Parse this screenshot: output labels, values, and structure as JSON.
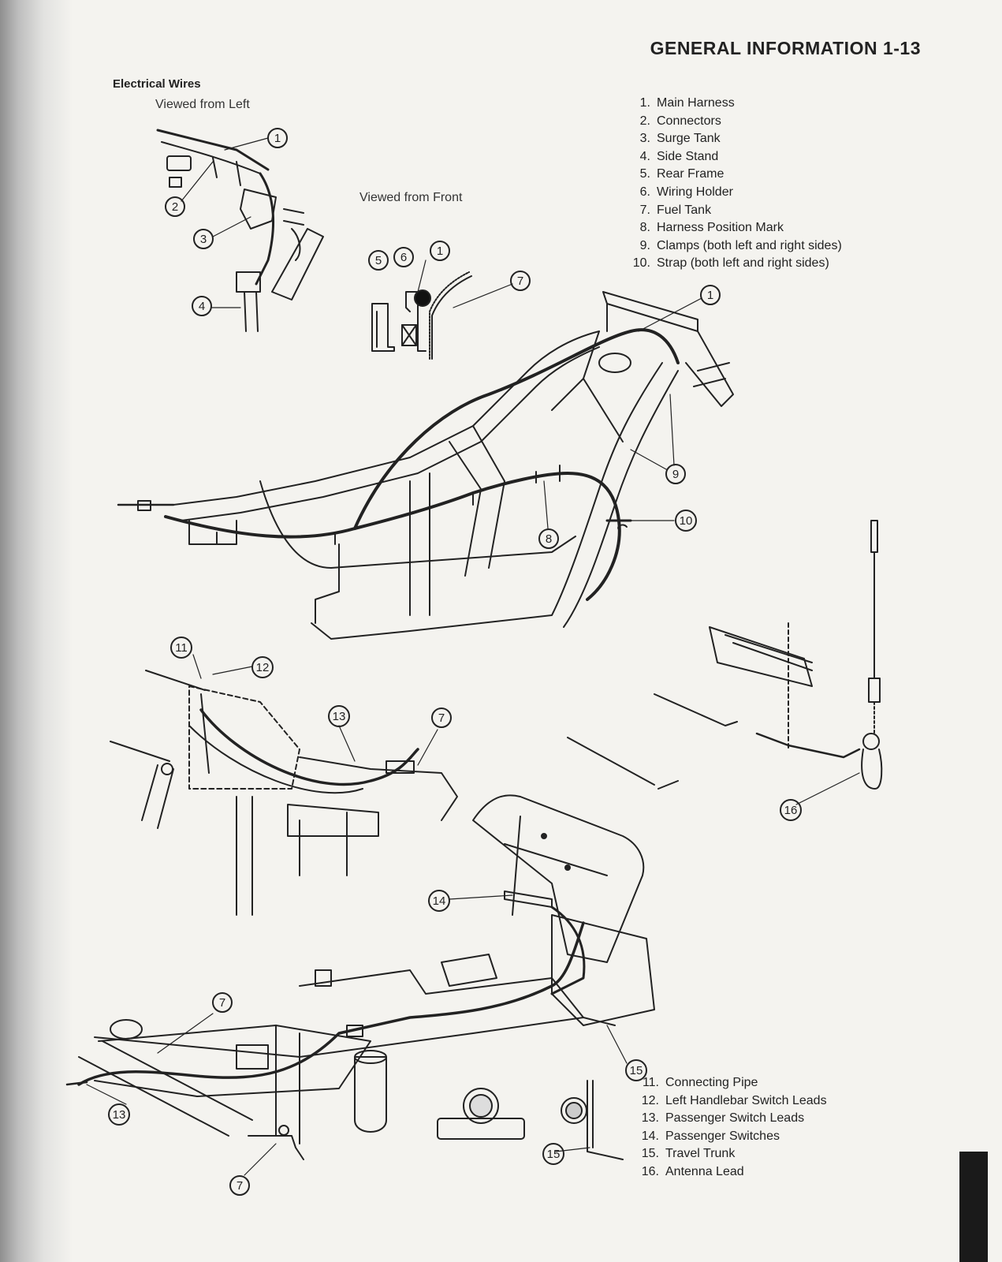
{
  "header": "GENERAL INFORMATION 1-13",
  "section_title": "Electrical Wires",
  "views": {
    "left": "Viewed from Left",
    "front": "Viewed from Front"
  },
  "legend_top": [
    {
      "num": "1.",
      "text": "Main Harness"
    },
    {
      "num": "2.",
      "text": "Connectors"
    },
    {
      "num": "3.",
      "text": "Surge Tank"
    },
    {
      "num": "4.",
      "text": "Side Stand"
    },
    {
      "num": "5.",
      "text": "Rear Frame"
    },
    {
      "num": "6.",
      "text": "Wiring Holder"
    },
    {
      "num": "7.",
      "text": "Fuel Tank"
    },
    {
      "num": "8.",
      "text": "Harness Position Mark"
    },
    {
      "num": "9.",
      "text": "Clamps (both left and right sides)"
    },
    {
      "num": "10.",
      "text": "Strap (both left and right sides)"
    }
  ],
  "legend_bottom": [
    {
      "num": "11.",
      "text": "Connecting Pipe"
    },
    {
      "num": "12.",
      "text": "Left Handlebar Switch Leads"
    },
    {
      "num": "13.",
      "text": "Passenger Switch Leads"
    },
    {
      "num": "14.",
      "text": "Passenger Switches"
    },
    {
      "num": "15.",
      "text": "Travel Trunk"
    },
    {
      "num": "16.",
      "text": "Antenna Lead"
    }
  ],
  "callouts": {
    "c1": "1",
    "c2": "2",
    "c3": "3",
    "c4": "4",
    "c5": "5",
    "c6": "6",
    "c7": "7",
    "c8": "8",
    "c9": "9",
    "c10": "10",
    "c11": "11",
    "c12": "12",
    "c13": "13",
    "c14": "14",
    "c15": "15",
    "c16": "16"
  },
  "colors": {
    "ink": "#222222",
    "paper": "#f4f3ef"
  }
}
